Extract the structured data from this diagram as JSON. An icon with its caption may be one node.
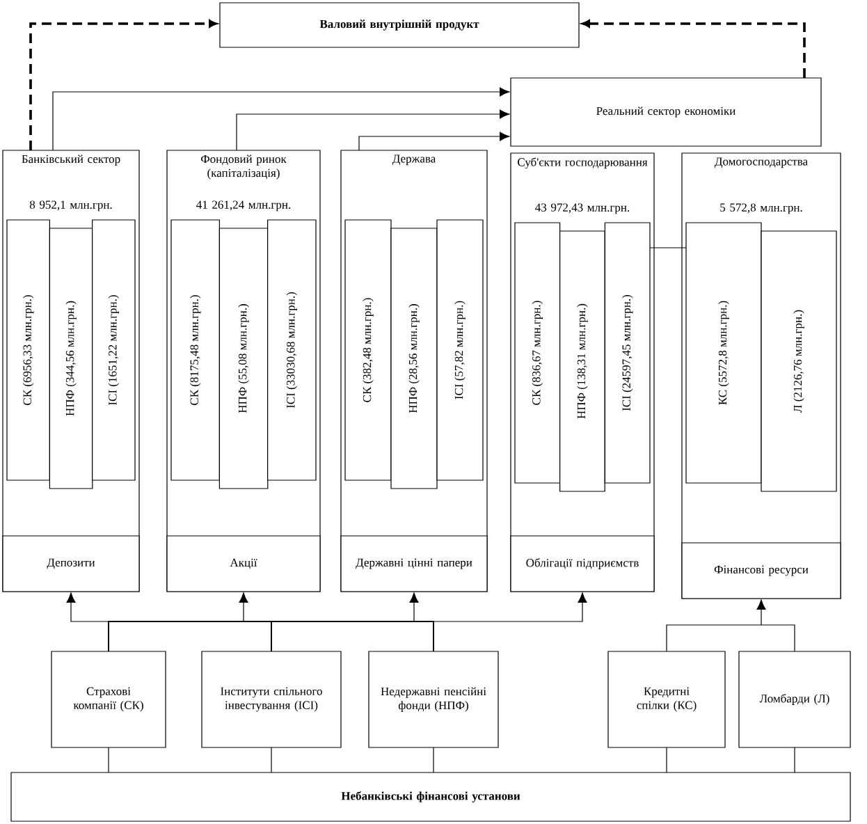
{
  "diagram": {
    "nodes": [
      {
        "text": [
          "Валовий внутрішній продукт"
        ]
      },
      {
        "text": [
          "Реальний сектор економіки"
        ]
      },
      {
        "text": [
          "Банківський сектор",
          "8 952,1 млн.грн."
        ]
      },
      {
        "text": [
          "СК (6956,33 млн.грн.)"
        ],
        "in": 2
      },
      {
        "text": [
          "НПФ (344,56 млн.грн.)"
        ],
        "in": 2
      },
      {
        "text": [
          "ІСІ (1651,22 млн.грн.)"
        ],
        "in": 2
      },
      {
        "text": [
          "Депозити"
        ],
        "in": 2
      },
      {
        "text": [
          "Фондовий ринок (капіталізація)",
          "41 261,24 млн.грн."
        ]
      },
      {
        "text": [
          "СК (8175,48 млн.грн.)"
        ],
        "in": 7
      },
      {
        "text": [
          "НПФ (55,08 млн.грн.)"
        ],
        "in": 7
      },
      {
        "text": [
          "ІСІ (33030,68 млн.грн.)"
        ],
        "in": 7
      },
      {
        "text": [
          "Акції"
        ],
        "in": 7
      },
      {
        "text": [
          "Держава"
        ]
      },
      {
        "text": [
          "СК (382,48 млн.грн.)"
        ],
        "in": 12
      },
      {
        "text": [
          "НПФ (28,56 млн.грн.)"
        ],
        "in": 12
      },
      {
        "text": [
          "ІСІ (57,82 млн.грн.)"
        ],
        "in": 12
      },
      {
        "text": [
          "Державні цінні папери"
        ],
        "in": 12
      },
      {
        "text": [
          "Суб'єкти господарювання",
          "43 972,43 млн.грн."
        ]
      },
      {
        "text": [
          "СК (836,67 млн.грн.)"
        ],
        "in": 17
      },
      {
        "text": [
          "НПФ (138,31 млн.грн.)"
        ],
        "in": 17
      },
      {
        "text": [
          "ІСІ (24597,45 млн.грн.)"
        ],
        "in": 17
      },
      {
        "text": [
          "Облігації підприємств"
        ],
        "in": 17
      },
      {
        "text": [
          "Домогосподарства",
          "5 572,8 млн.грн."
        ]
      },
      {
        "text": [
          "КС (5572,8 млн.грн.)"
        ],
        "in": 22
      },
      {
        "text": [
          "Л (2126,76 млн.грн.)"
        ],
        "in": 22
      },
      {
        "text": [
          "Фінансові ресурси"
        ],
        "in": 22
      },
      {
        "text": [
          "Страхові компанії (СК)"
        ]
      },
      {
        "text": [
          "Інститути спільного інвестування (ІСІ)"
        ]
      },
      {
        "text": [
          "Недержавні пенсійні фонди (НПФ)"
        ]
      },
      {
        "text": [
          "Кредитні спілки (КС)"
        ]
      },
      {
        "text": [
          "Ломбарди (Л)"
        ]
      },
      {
        "text": [
          "Небанківські фінансові установи"
        ]
      }
    ],
    "edges": [
      {
        "from": 2,
        "to": 0,
        "arrow": "to",
        "style": "dashed"
      },
      {
        "from": 1,
        "to": 0,
        "arrow": "to",
        "style": "dashed"
      },
      {
        "from": 2,
        "to": 1,
        "arrow": "to"
      },
      {
        "from": 7,
        "to": 1,
        "arrow": "to"
      },
      {
        "from": 12,
        "to": 1,
        "arrow": "to"
      },
      {
        "from": 26,
        "to": 6,
        "arrow": "to"
      },
      {
        "from": 26,
        "to": 11,
        "arrow": "to"
      },
      {
        "from": 26,
        "to": 16,
        "arrow": "to"
      },
      {
        "from": 26,
        "to": 21,
        "arrow": "to"
      },
      {
        "from": 27,
        "to": 6,
        "arrow": "to"
      },
      {
        "from": 27,
        "to": 11,
        "arrow": "to"
      },
      {
        "from": 27,
        "to": 16,
        "arrow": "to"
      },
      {
        "from": 27,
        "to": 21,
        "arrow": "to"
      },
      {
        "from": 28,
        "to": 6,
        "arrow": "to"
      },
      {
        "from": 28,
        "to": 11,
        "arrow": "to"
      },
      {
        "from": 28,
        "to": 16,
        "arrow": "to"
      },
      {
        "from": 28,
        "to": 21,
        "arrow": "to"
      },
      {
        "from": 29,
        "to": 25,
        "arrow": "to"
      },
      {
        "from": 30,
        "to": 25,
        "arrow": "to"
      },
      {
        "from": 20,
        "to": 23,
        "arrow": "none"
      },
      {
        "from": 31,
        "to": 26,
        "arrow": "none"
      },
      {
        "from": 31,
        "to": 27,
        "arrow": "none"
      },
      {
        "from": 31,
        "to": 28,
        "arrow": "none"
      },
      {
        "from": 31,
        "to": 29,
        "arrow": "none"
      },
      {
        "from": 31,
        "to": 30,
        "arrow": "none"
      }
    ]
  }
}
